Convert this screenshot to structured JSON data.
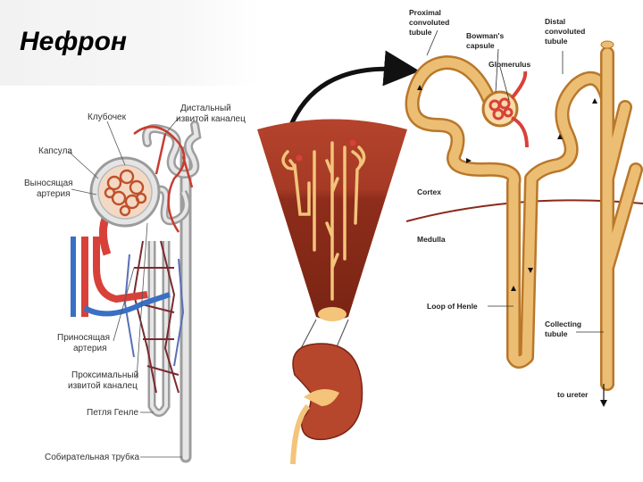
{
  "slide": {
    "title": "Нефрон"
  },
  "left_diagram": {
    "labels": {
      "glomerulus": "Клубочек",
      "distal_line1": "Дистальный",
      "distal_line2": "извитой каналец",
      "capsule": "Капсула",
      "efferent_line1": "Выносящая",
      "efferent_line2": "артерия",
      "afferent_line1": "Приносящая",
      "afferent_line2": "артерия",
      "proximal_line1": "Проксимальный",
      "proximal_line2": "извитой каналец",
      "loop": "Петля Генле",
      "collecting": "Собирательная трубка"
    }
  },
  "right_diagram": {
    "labels": {
      "proximal_line1": "Proximal",
      "proximal_line2": "convoluted",
      "proximal_line3": "tubule",
      "bowman_line1": "Bowman's",
      "bowman_line2": "capsule",
      "glomerulus": "Glomerulus",
      "distal_line1": "Distal",
      "distal_line2": "convoluted",
      "distal_line3": "tubule",
      "cortex": "Cortex",
      "medulla": "Medulla",
      "loop": "Loop of Henle",
      "collecting_line1": "Collecting",
      "collecting_line2": "tubule",
      "ureter": "to ureter"
    }
  },
  "colors": {
    "tubule": "#e8b05a",
    "tubule_edge": "#b9772a",
    "cortex": "#a8412a",
    "medulla": "#8a2a1a",
    "artery": "#d8413a",
    "vein": "#3a6fc4",
    "grey_tube": "#cfcfcf"
  }
}
